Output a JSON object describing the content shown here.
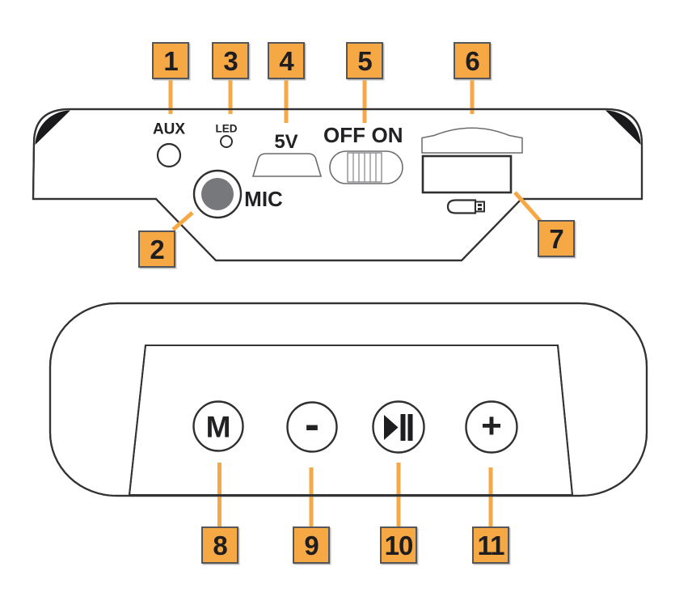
{
  "figure": "bluetooth-speaker-parts-diagram",
  "colors": {
    "accent_orange": "#F6A844",
    "outline_dark": "#333335",
    "thin_gray": "#6B6C6E",
    "mic_fill": "#77787B",
    "callout_border": "#54565A"
  },
  "top_view": {
    "labels": {
      "aux": "AUX",
      "led": "LED",
      "power_input": "5V",
      "off": "OFF",
      "on": "ON",
      "mic": "MIC"
    },
    "icons": [
      "aux-jack-icon",
      "led-indicator-icon",
      "micro-usb-port-icon",
      "power-slide-switch-icon",
      "sd-card-slot-icon",
      "usb-port-icon",
      "usb-drive-icon",
      "mic-jack-icon"
    ]
  },
  "bottom_view": {
    "buttons": {
      "mode": "M",
      "volume_down": "-",
      "play_pause": "play-pause-icon",
      "volume_up": "+"
    }
  },
  "callouts": [
    {
      "number": "1",
      "points_to": "aux-jack"
    },
    {
      "number": "2",
      "points_to": "mic-jack"
    },
    {
      "number": "3",
      "points_to": "led-indicator"
    },
    {
      "number": "4",
      "points_to": "5v-micro-usb-port"
    },
    {
      "number": "5",
      "points_to": "power-switch"
    },
    {
      "number": "6",
      "points_to": "sd-card-slot"
    },
    {
      "number": "7",
      "points_to": "usb-port"
    },
    {
      "number": "8",
      "points_to": "mode-button"
    },
    {
      "number": "9",
      "points_to": "volume-down-button"
    },
    {
      "number": "10",
      "points_to": "play-pause-button"
    },
    {
      "number": "11",
      "points_to": "volume-up-button"
    }
  ]
}
